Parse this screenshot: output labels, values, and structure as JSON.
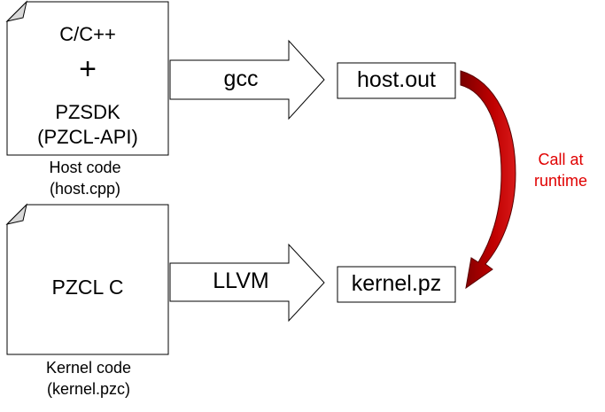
{
  "host_doc": {
    "line1": "C/C++",
    "plus": "+",
    "line2": "PZSDK",
    "line3": "(PZCL-API)",
    "caption1": "Host code",
    "caption2": "(host.cpp)"
  },
  "kernel_doc": {
    "text": "PZCL C",
    "caption1": "Kernel code",
    "caption2": "(kernel.pzc)"
  },
  "arrows": {
    "top_label": "gcc",
    "bottom_label": "LLVM"
  },
  "outputs": {
    "host_out": "host.out",
    "kernel_pz": "kernel.pz"
  },
  "runtime_call": {
    "line1": "Call at",
    "line2": "runtime",
    "color": "#e00000",
    "arrow_fill": "#b80000",
    "arrow_dark": "#6e0000"
  }
}
